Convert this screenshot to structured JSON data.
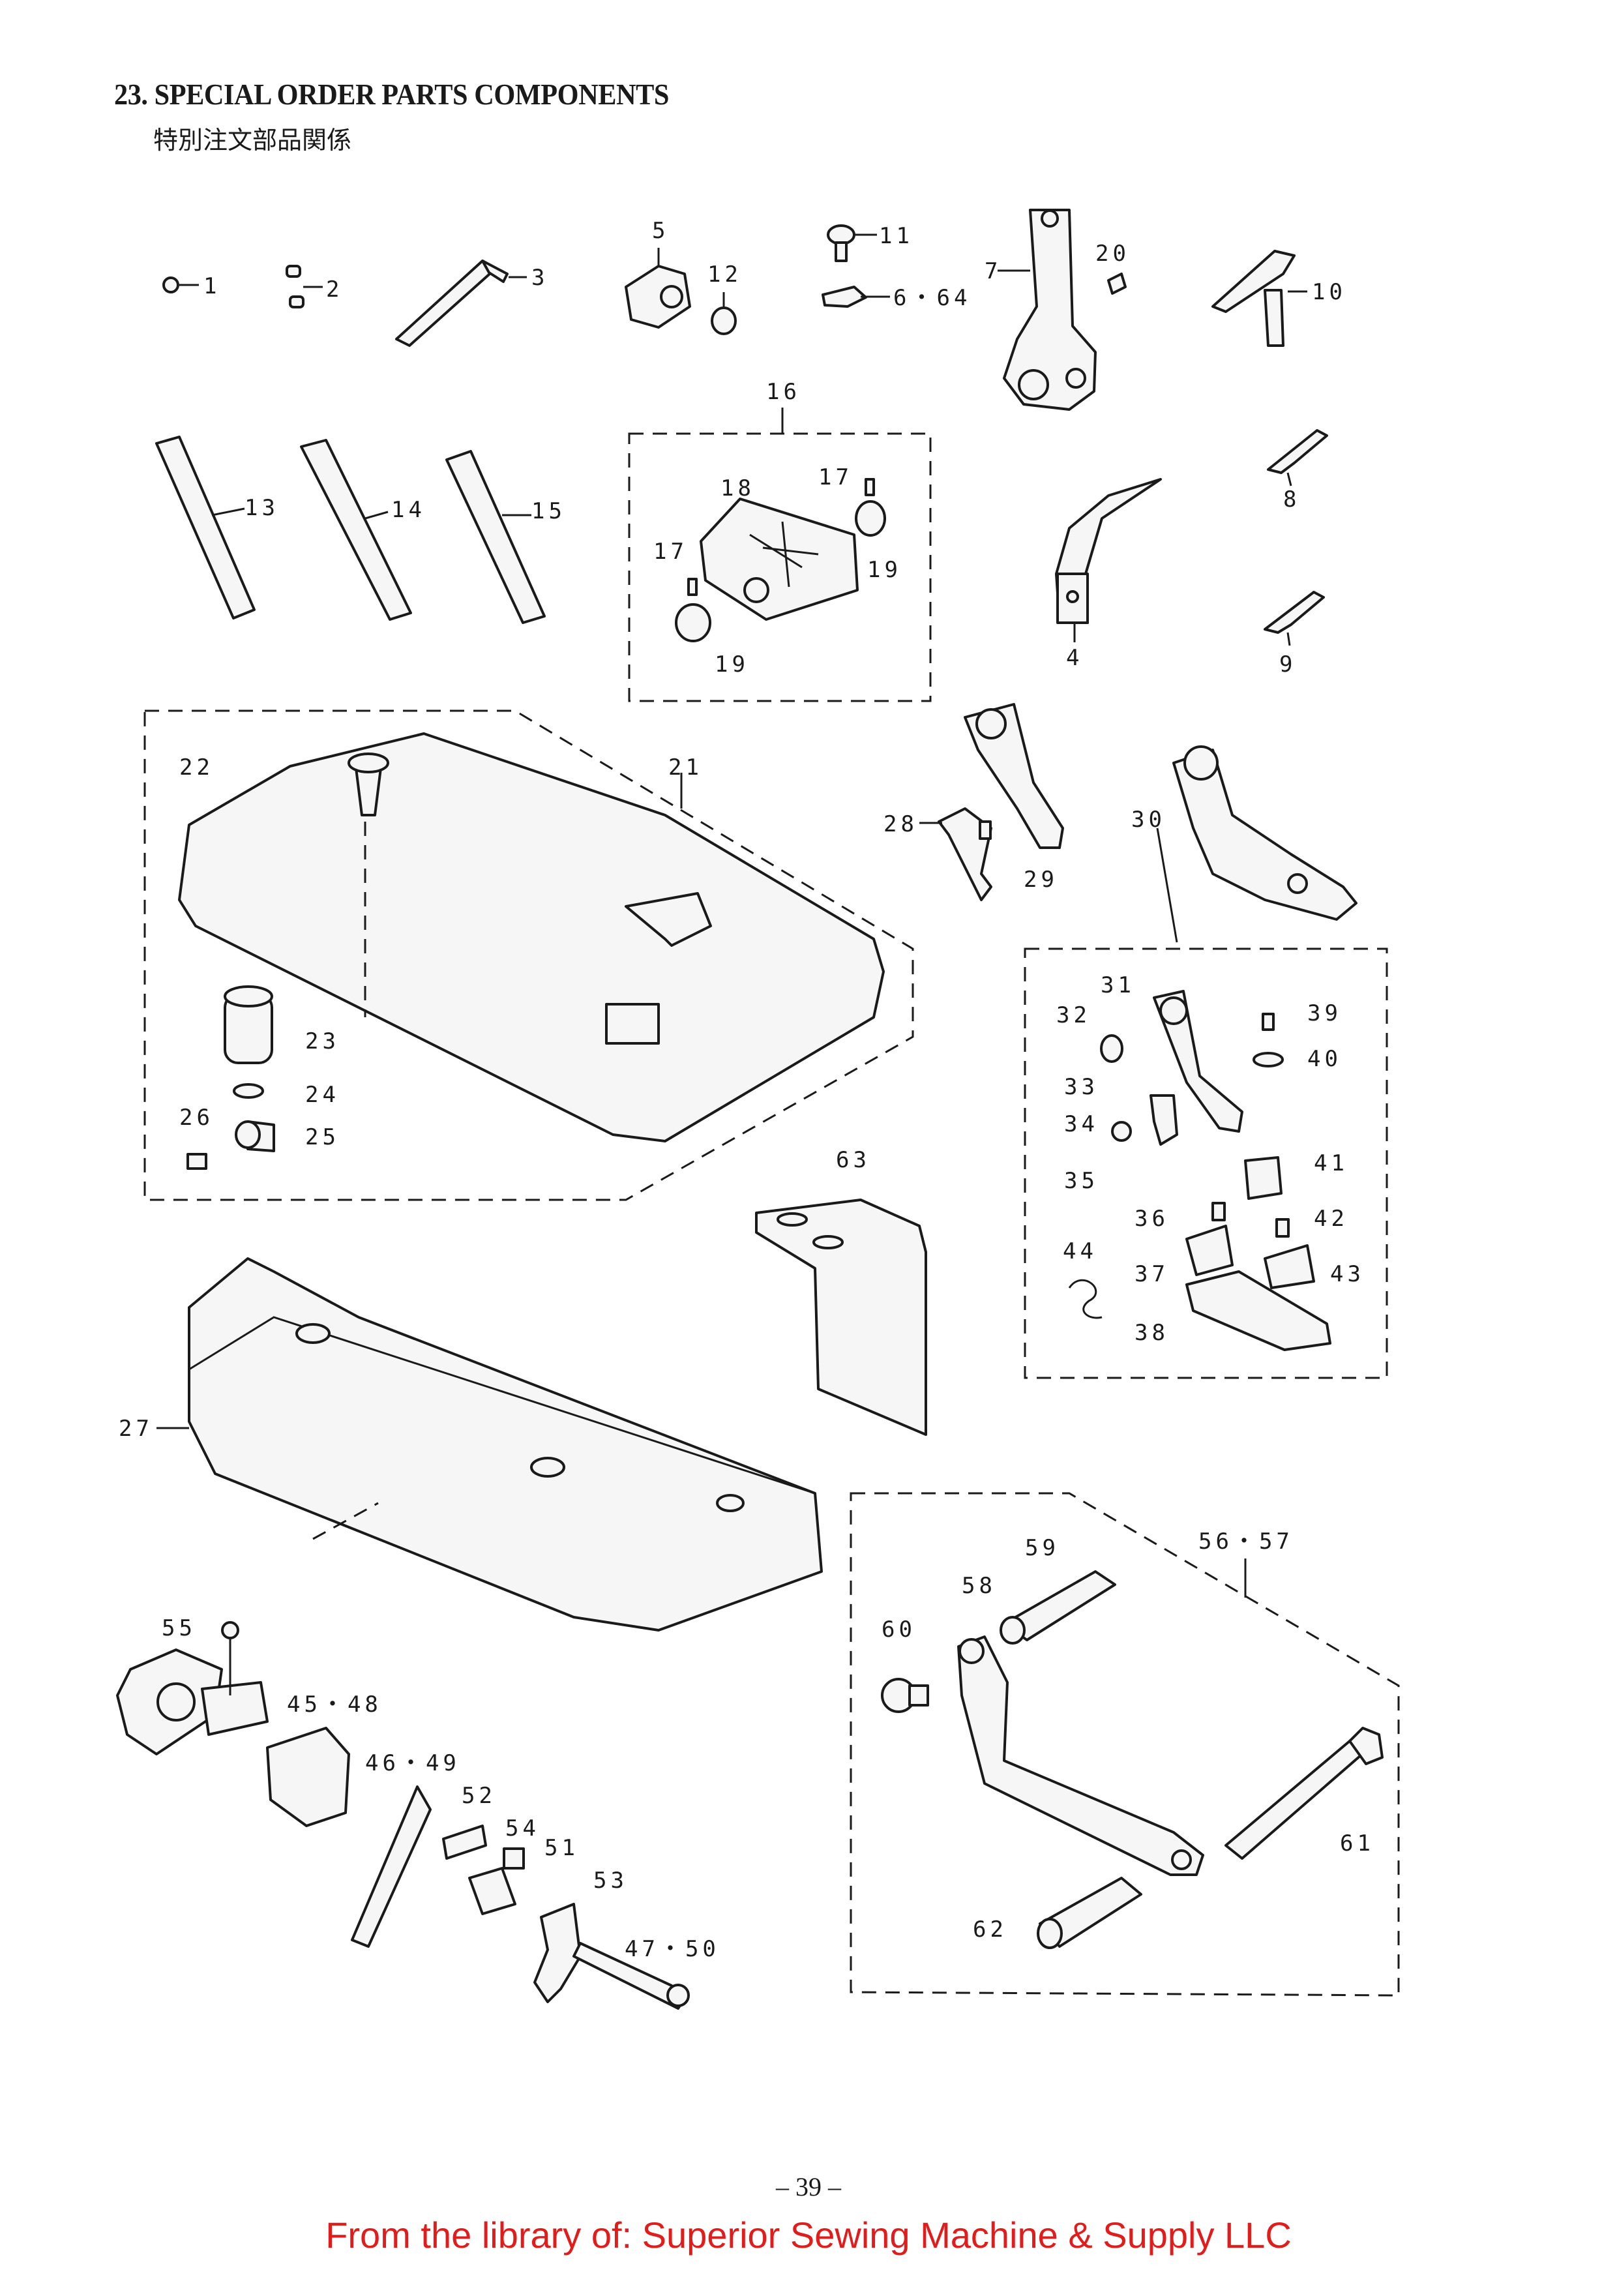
{
  "header": {
    "title": "23. SPECIAL ORDER PARTS COMPONENTS",
    "subtitle": "特別注文部品関係"
  },
  "callouts": {
    "c1": "1",
    "c2": "2",
    "c3": "3",
    "c4": "4",
    "c5": "5",
    "c6_64": "6・64",
    "c7": "7",
    "c8": "8",
    "c9": "9",
    "c10": "10",
    "c11": "11",
    "c12": "12",
    "c13": "13",
    "c14": "14",
    "c15": "15",
    "c16": "16",
    "c17a": "17",
    "c17b": "17",
    "c18": "18",
    "c19a": "19",
    "c19b": "19",
    "c20": "20",
    "c21": "21",
    "c22": "22",
    "c23": "23",
    "c24": "24",
    "c25": "25",
    "c26": "26",
    "c27": "27",
    "c28": "28",
    "c29": "29",
    "c30": "30",
    "c31": "31",
    "c32": "32",
    "c33": "33",
    "c34": "34",
    "c35": "35",
    "c36": "36",
    "c37": "37",
    "c38": "38",
    "c39": "39",
    "c40": "40",
    "c41": "41",
    "c42": "42",
    "c43": "43",
    "c44": "44",
    "c45_48": "45・48",
    "c46_49": "46・49",
    "c47_50": "47・50",
    "c51": "51",
    "c52": "52",
    "c53": "53",
    "c54": "54",
    "c55": "55",
    "c56_57": "56・57",
    "c58": "58",
    "c59": "59",
    "c60": "60",
    "c61": "61",
    "c62": "62",
    "c63": "63"
  },
  "footer": {
    "page_number": "– 39 –",
    "library_note": "From the library of: Superior Sewing Machine & Supply LLC",
    "library_note_color": "#e21b1b"
  }
}
